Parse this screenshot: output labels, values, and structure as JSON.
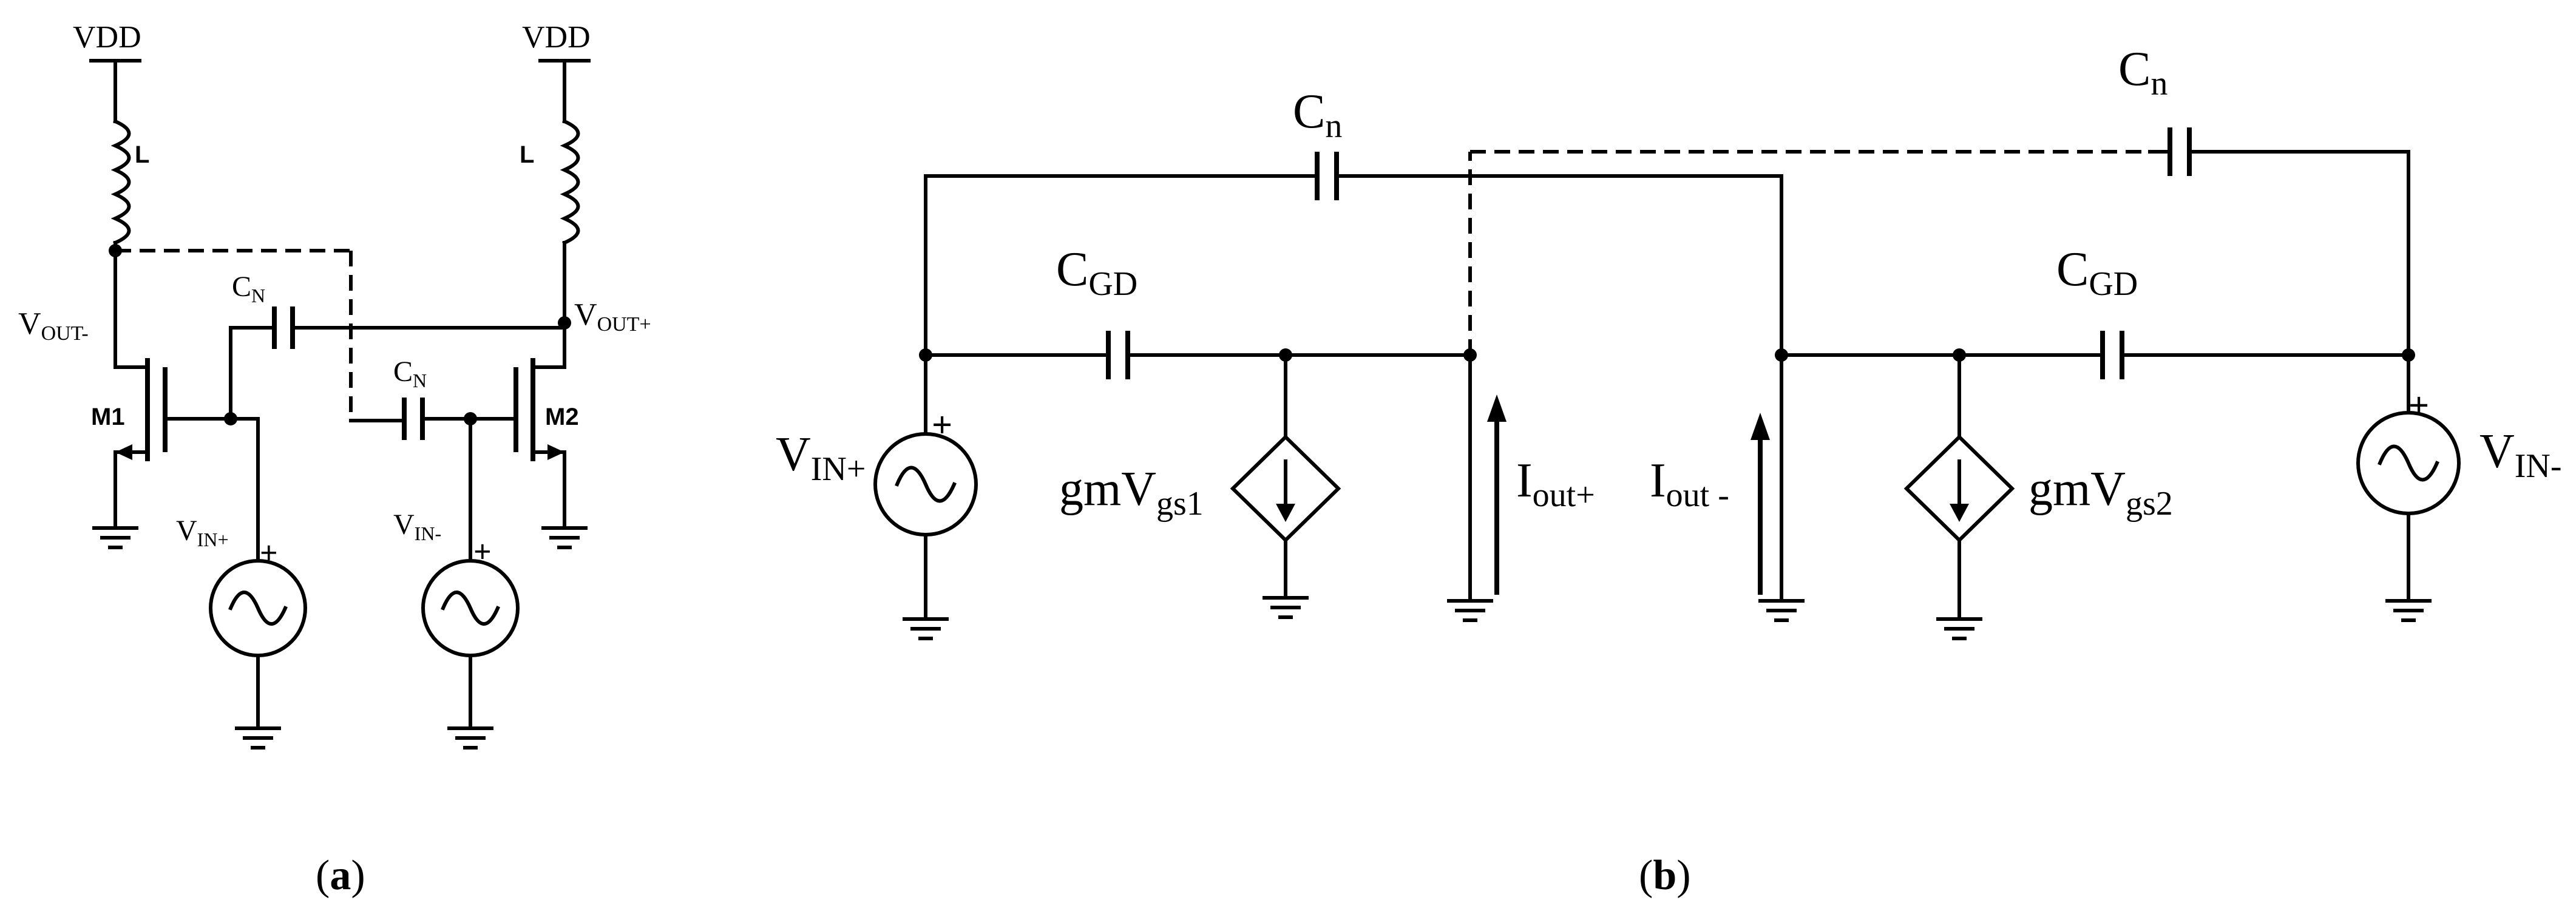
{
  "panel_a": {
    "caption": "(a)",
    "caption_letter": "a",
    "vdd_left": "VDD",
    "vdd_right": "VDD",
    "inductor_left": "L",
    "inductor_right": "L",
    "vout_minus": {
      "main": "V",
      "sub": "OUT-"
    },
    "vout_plus": {
      "main": "V",
      "sub": "OUT+"
    },
    "cap_left": {
      "main": "C",
      "sub": "N"
    },
    "cap_right": {
      "main": "C",
      "sub": "N"
    },
    "transistor_left": "M1",
    "transistor_right": "M2",
    "vin_plus": {
      "main": "V",
      "sub": "IN+"
    },
    "vin_minus": {
      "main": "V",
      "sub": "IN-"
    },
    "plus_sign": "+"
  },
  "panel_b": {
    "caption": "(b)",
    "caption_letter": "b",
    "cn_left": {
      "main": "C",
      "sub": "n"
    },
    "cn_right": {
      "main": "C",
      "sub": "n"
    },
    "cgd_left": {
      "main": "C",
      "sub": "GD"
    },
    "cgd_right": {
      "main": "C",
      "sub": "GD"
    },
    "vin_plus": {
      "main": "V",
      "sub": "IN+"
    },
    "vin_minus": {
      "main": "V",
      "sub": "IN-"
    },
    "gm_left": {
      "main": "gmV",
      "sub": "gs1"
    },
    "gm_right": {
      "main": "gmV",
      "sub": "gs2"
    },
    "iout_plus": {
      "main": "I",
      "sub": "out+"
    },
    "iout_minus": {
      "main": "I",
      "sub": "out -"
    },
    "plus_sign": "+"
  }
}
